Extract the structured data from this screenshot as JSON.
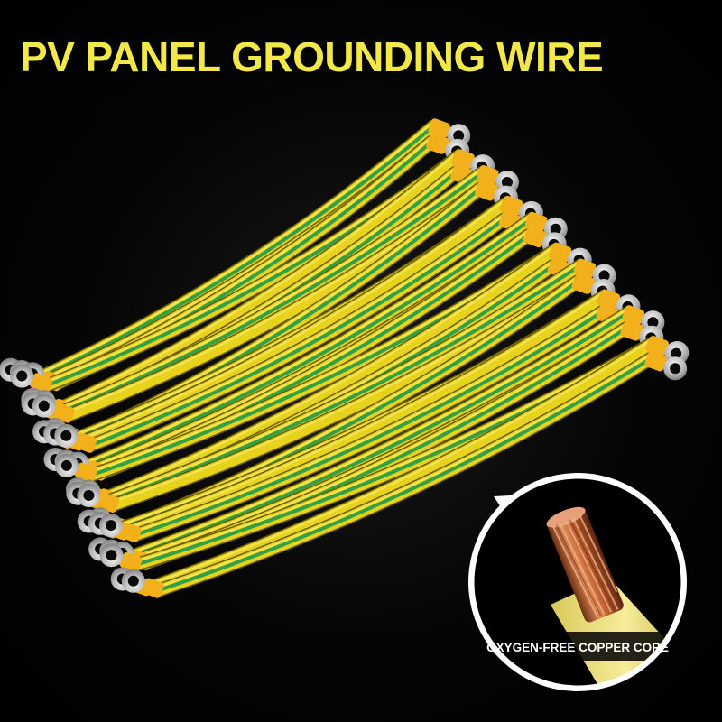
{
  "title": "PV PANEL GROUNDING WIRE",
  "callout": {
    "label": "OXYGEN-FREE COPPER CORE"
  },
  "colors": {
    "title": "#f2e84a",
    "wire_yellow": "#e8d31c",
    "wire_green": "#1f9a4a",
    "terminal_orange": "#f2b01a",
    "ring_silver": "#c9c9c9",
    "copper": "#c8703a"
  },
  "icons": [
    "wire-bundle-image",
    "copper-core-image"
  ]
}
